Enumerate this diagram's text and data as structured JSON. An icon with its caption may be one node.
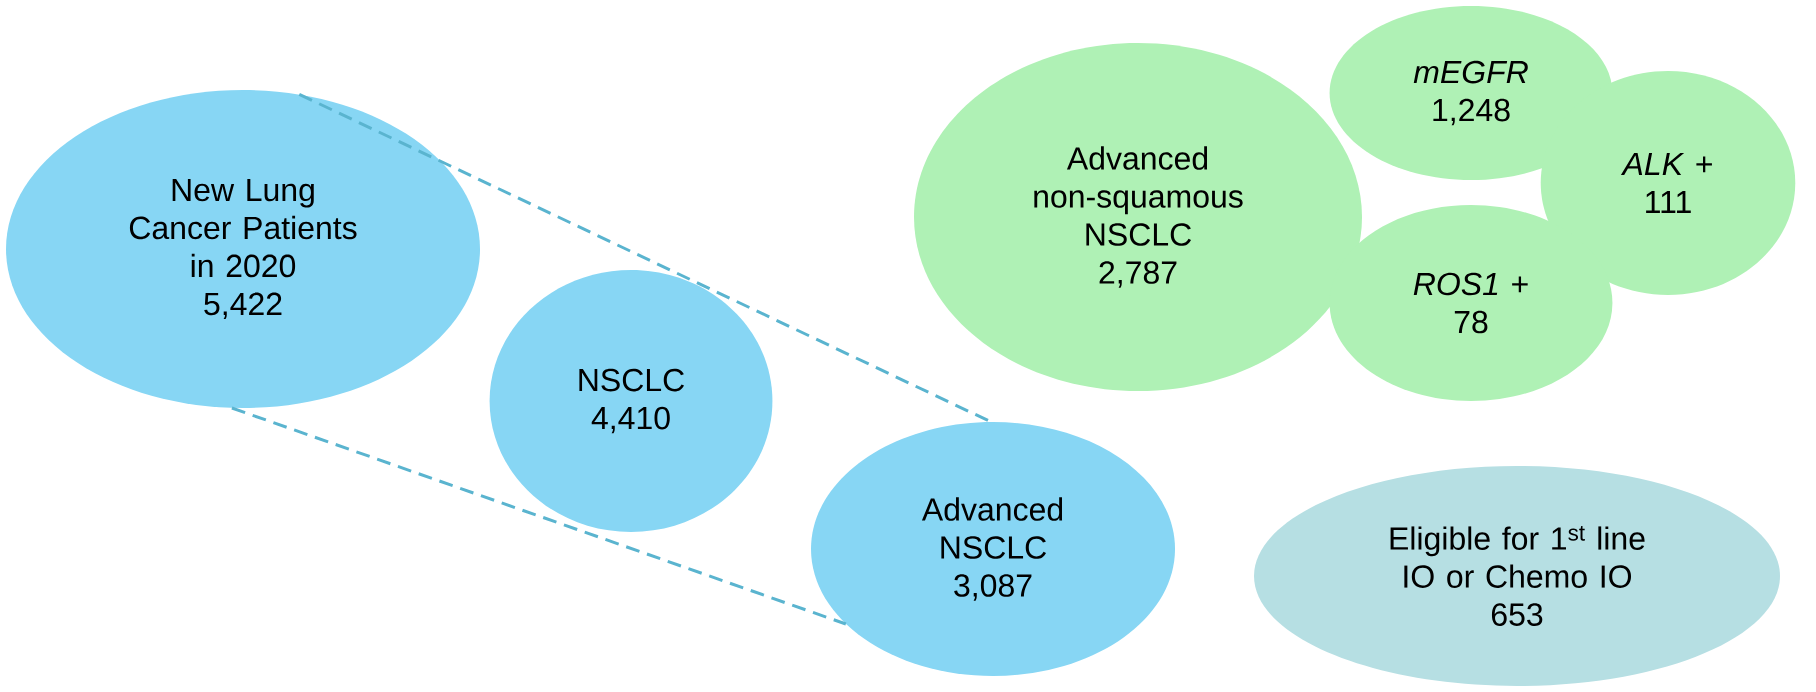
{
  "diagram": {
    "nodes": [
      {
        "text": [
          "New Lung Cancer Patients in 2020",
          "5,422"
        ]
      },
      {
        "text": [
          "NSCLC",
          "4,410"
        ]
      },
      {
        "text": [
          "Advanced NSCLC",
          "3,087"
        ]
      },
      {
        "text": [
          "Advanced non-squamous NSCLC",
          "2,787"
        ]
      },
      {
        "text": [
          "mEGFR",
          "1,248"
        ]
      },
      {
        "text": [
          "*ALK* +",
          "111"
        ]
      },
      {
        "text": [
          "*ROS1* +",
          "78"
        ]
      },
      {
        "text": [
          "Eligible for 1$^{st}$ line IO or Chemo IO",
          "653"
        ]
      }
    ],
    "edges": [
      {
        "from": 0,
        "to": 2,
        "arrow": "none",
        "style": "dashed"
      },
      {
        "from": 0,
        "to": 2,
        "arrow": "none",
        "style": "dashed"
      }
    ]
  }
}
